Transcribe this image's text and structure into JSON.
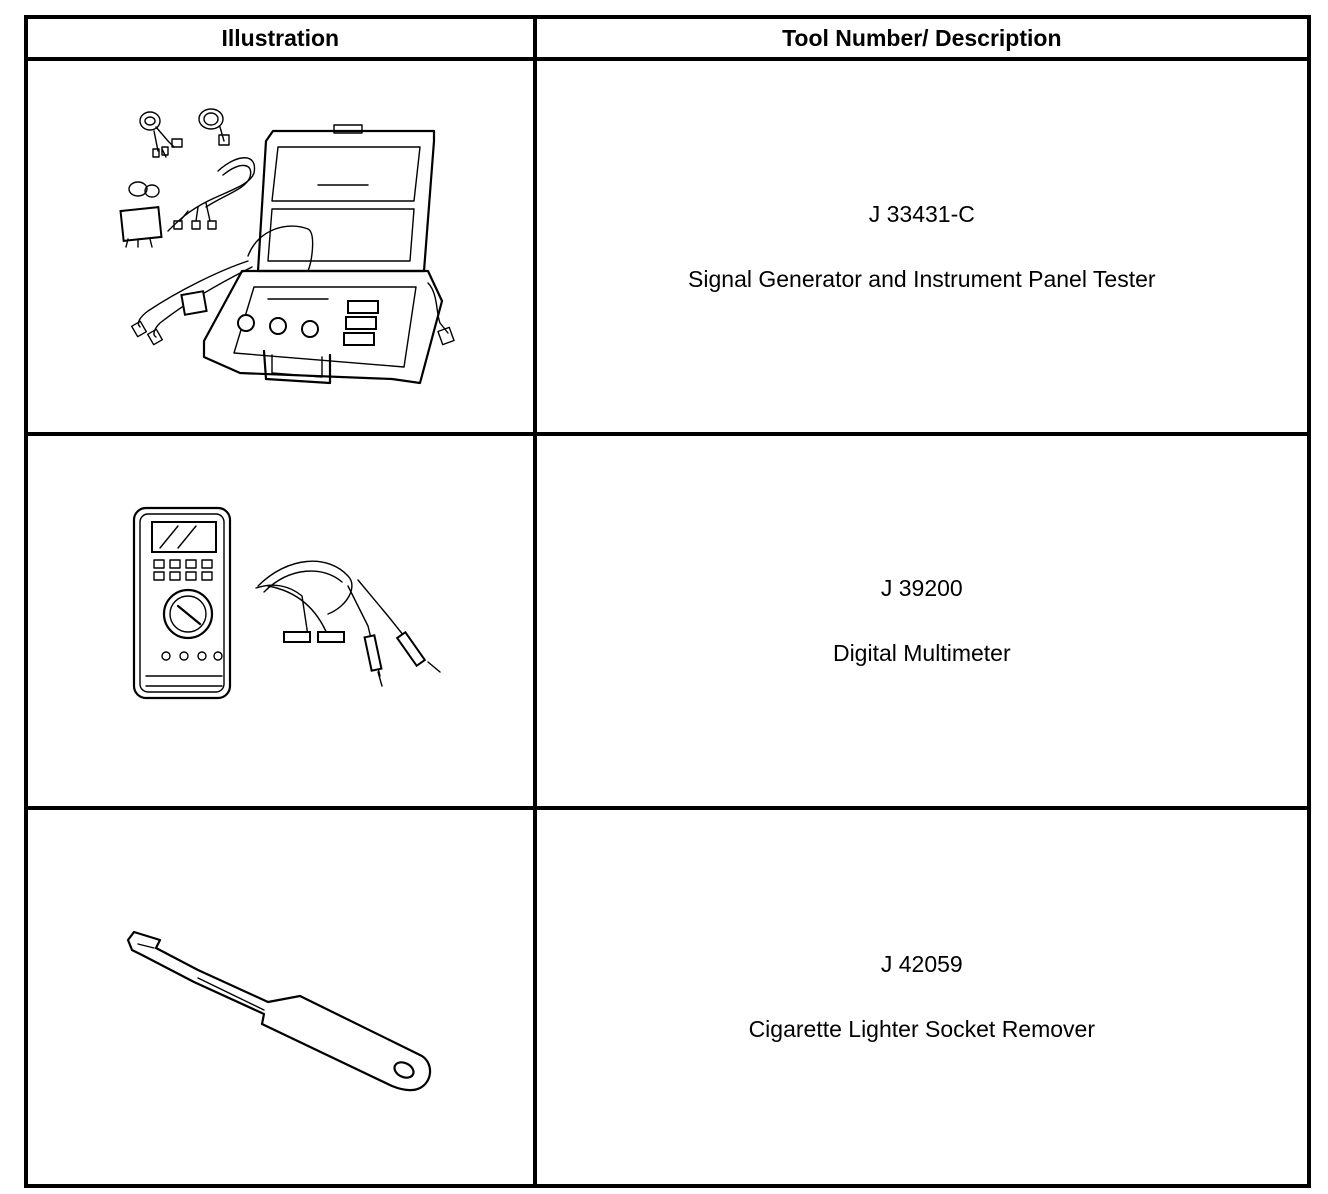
{
  "table": {
    "header": {
      "illustration": "Illustration",
      "description": "Tool Number/ Description"
    },
    "rows": [
      {
        "icon": "signal-generator-case-illustration",
        "tool_number": "J 33431-C",
        "description": "Signal Generator and Instrument Panel Tester"
      },
      {
        "icon": "digital-multimeter-illustration",
        "tool_number": "J 39200",
        "description": "Digital Multimeter"
      },
      {
        "icon": "socket-remover-tool-illustration",
        "tool_number": "J 42059",
        "description": "Cigarette Lighter Socket Remover"
      }
    ]
  }
}
